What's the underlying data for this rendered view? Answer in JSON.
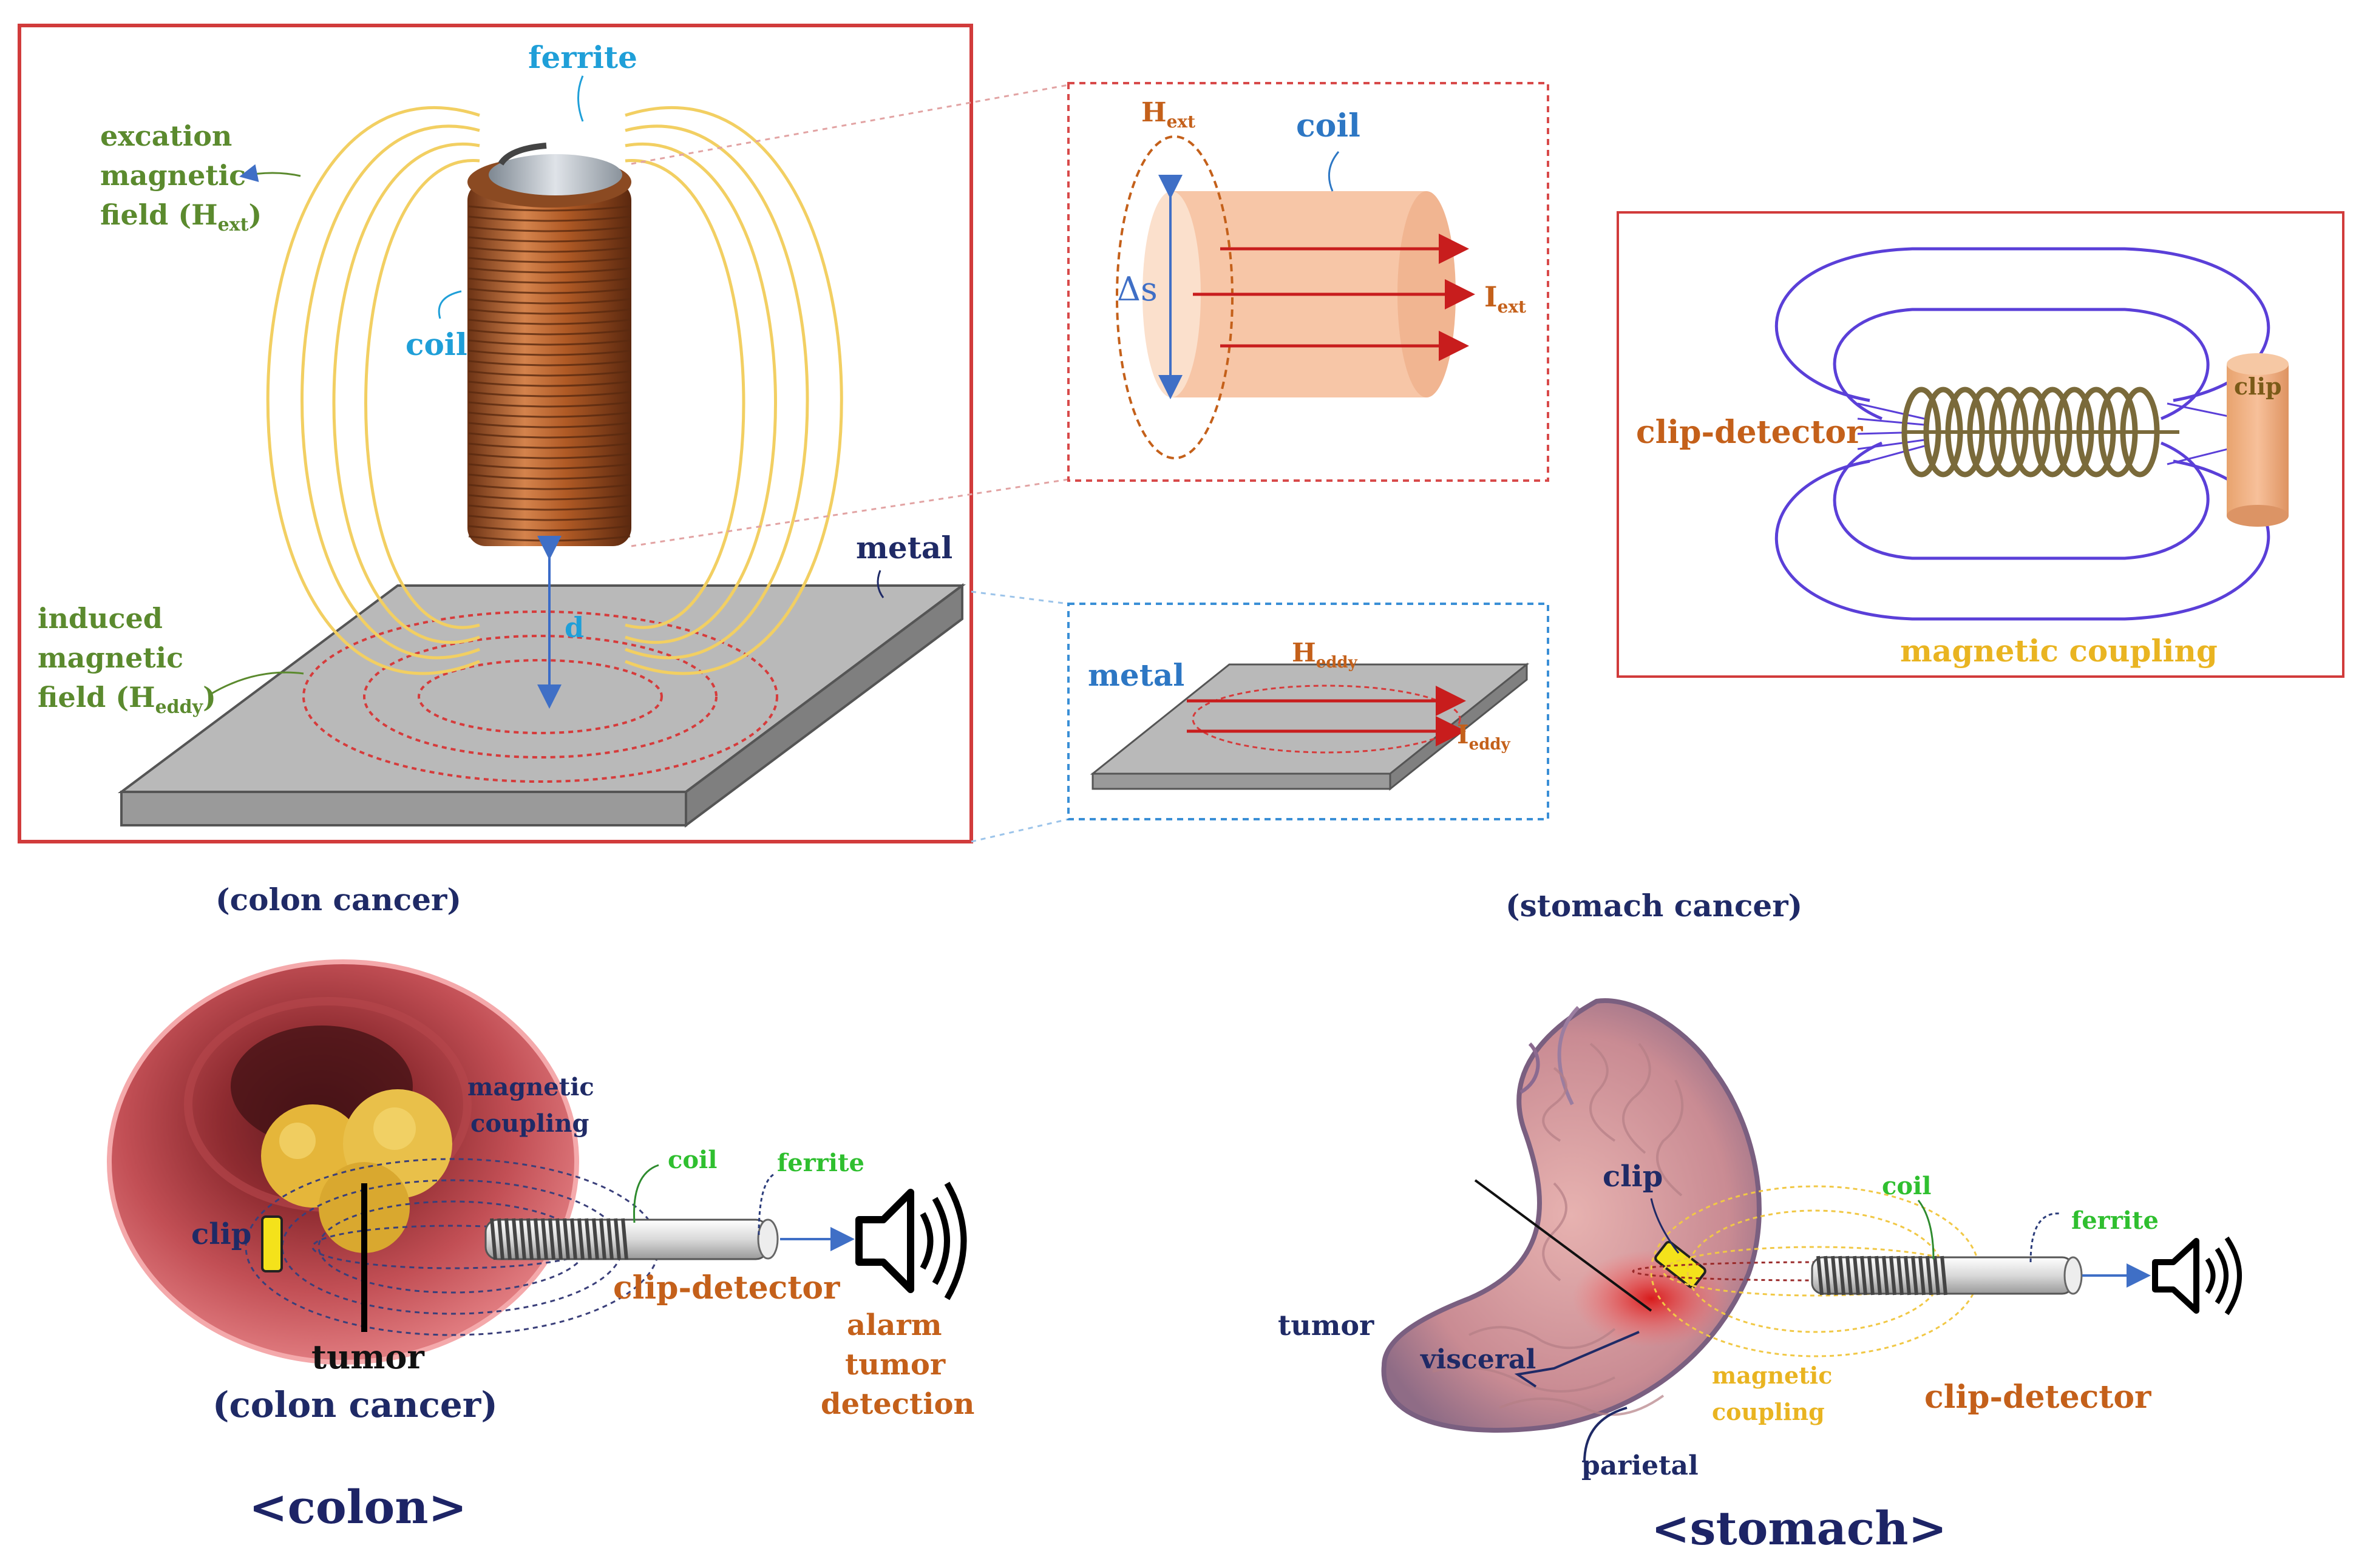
{
  "top_panel": {
    "ferrite": "ferrite",
    "excitation_field": [
      "excation",
      "magnetic",
      "field (H",
      "ext",
      ")"
    ],
    "coil": "coil",
    "metal": "metal",
    "distance": "d",
    "induced_field": [
      "induced",
      "magnetic",
      "field (H",
      "eddy",
      ")"
    ]
  },
  "coil_inset": {
    "hext": "H",
    "hext_sub": "ext",
    "coil": "coil",
    "delta_s": "Δs",
    "iext": "I",
    "iext_sub": "ext"
  },
  "metal_inset": {
    "metal": "metal",
    "heddy": "H",
    "heddy_sub": "eddy",
    "ieddy": "I",
    "ieddy_sub": "eddy"
  },
  "coupling_panel": {
    "clip_detector": "clip-detector",
    "clip": "clip",
    "magnetic_coupling": "magnetic coupling"
  },
  "colon": {
    "heading": "(colon cancer)",
    "magnetic_coupling": [
      "magnetic",
      "coupling"
    ],
    "coil": "coil",
    "ferrite": "ferrite",
    "clip": "clip",
    "clip_detector": "clip-detector",
    "tumor": "tumor",
    "tumor_sub": "(colon cancer)",
    "alarm": [
      "alarm",
      "tumor",
      "detection"
    ],
    "caption": "<colon>"
  },
  "stomach": {
    "heading": "(stomach cancer)",
    "clip": "clip",
    "coil": "coil",
    "ferrite": "ferrite",
    "tumor": "tumor",
    "visceral": "visceral",
    "magnetic_coupling": [
      "magnetic",
      "coupling"
    ],
    "clip_detector": "clip-detector",
    "parietal": "parietal",
    "caption": "<stomach>"
  },
  "colors": {
    "panel_border_red": "#d13b3b",
    "inset_border_blue": "#3a8fd6",
    "field_yellow": "#f2cf62",
    "copper": "#b5652f",
    "field_line_blue": "#5a3fd8",
    "clip_yellow": "#f4e21b"
  }
}
